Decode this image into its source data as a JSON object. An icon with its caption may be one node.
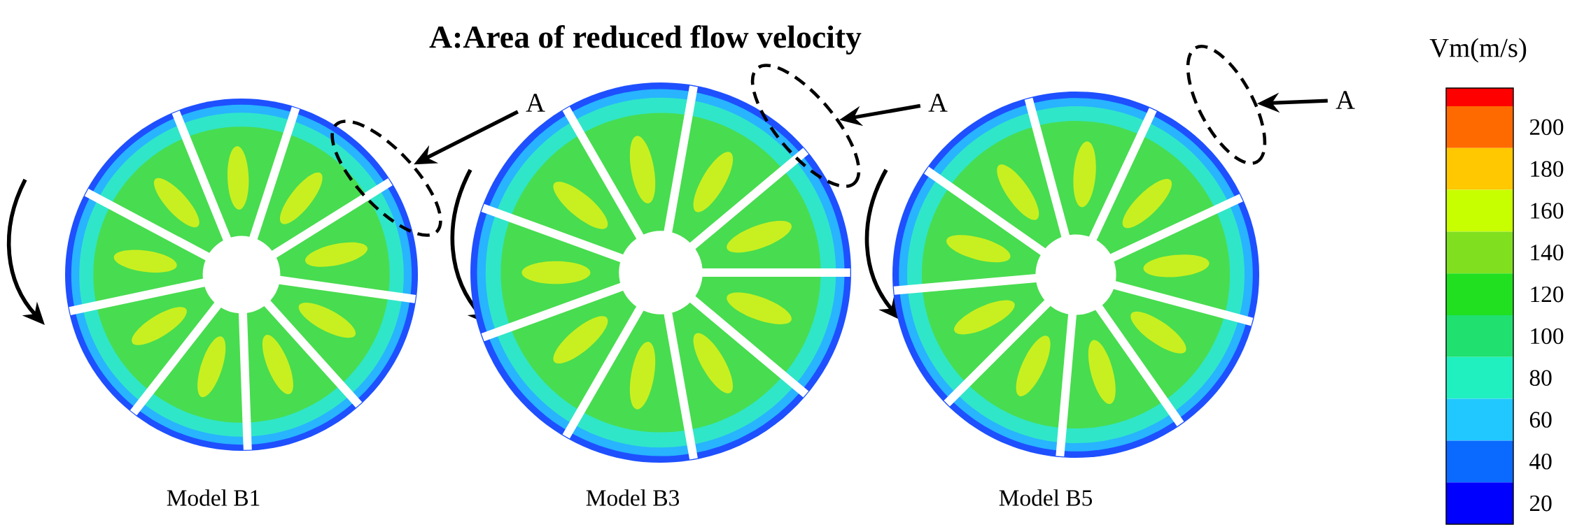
{
  "diagram": {
    "title": "A:Area of reduced flow velocity",
    "nodes": [
      {
        "text": [],
        "shape": "picture",
        "beside": [
          "Model B1"
        ]
      },
      {
        "text": [],
        "shape": "picture",
        "beside": [
          "Model B3"
        ]
      },
      {
        "text": [],
        "shape": "picture",
        "beside": [
          "Model B5"
        ]
      },
      {
        "text": [
          "A"
        ]
      },
      {
        "text": [
          "A"
        ]
      },
      {
        "text": [
          "A"
        ]
      },
      {
        "text": [],
        "shape": "ellipse"
      },
      {
        "text": [],
        "shape": "ellipse"
      },
      {
        "text": [],
        "shape": "ellipse"
      }
    ],
    "edges": [
      {
        "from": 3,
        "to": 6,
        "arrow": "to"
      },
      {
        "from": 4,
        "to": 7,
        "arrow": "to"
      },
      {
        "from": 5,
        "to": 8,
        "arrow": "to"
      }
    ],
    "labels": [
      "Vm(m/s)"
    ],
    "legend": [
      {
        "text": "200",
        "color": "#ff6a00"
      },
      {
        "text": "180",
        "color": "#ffc800"
      },
      {
        "text": "160",
        "color": "#c8ff00"
      },
      {
        "text": "140",
        "color": "#80e020"
      },
      {
        "text": "120",
        "color": "#20e020"
      },
      {
        "text": "100",
        "color": "#20e070"
      },
      {
        "text": "80",
        "color": "#20f0c0"
      },
      {
        "text": "60",
        "color": "#20c8ff"
      },
      {
        "text": "40",
        "color": "#0a6aff"
      },
      {
        "text": "20",
        "color": "#0000ff"
      }
    ]
  }
}
